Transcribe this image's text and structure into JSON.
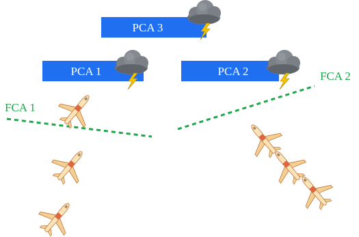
{
  "pca_boxes": [
    {
      "id": "pca3",
      "label": "PCA 3",
      "storm": true
    },
    {
      "id": "pca1",
      "label": "PCA 1",
      "storm": true
    },
    {
      "id": "pca2",
      "label": "PCA 2",
      "storm": true
    }
  ],
  "fca_lines": [
    {
      "id": "fca1",
      "label": "FCA 1",
      "style": "dashed"
    },
    {
      "id": "fca2",
      "label": "FCA 2",
      "style": "dashed"
    }
  ],
  "aircraft_count": 6,
  "colors": {
    "pca_fill": "#1f6ff0",
    "fca_line": "#1ea64a",
    "cloud": "#7b7f86",
    "lightning": "#f5c400",
    "aircraft_body": "#fbe3b8",
    "aircraft_accent": "#d9502a"
  },
  "icons": [
    "storm-cloud-icon",
    "lightning-icon",
    "airplane-icon"
  ]
}
